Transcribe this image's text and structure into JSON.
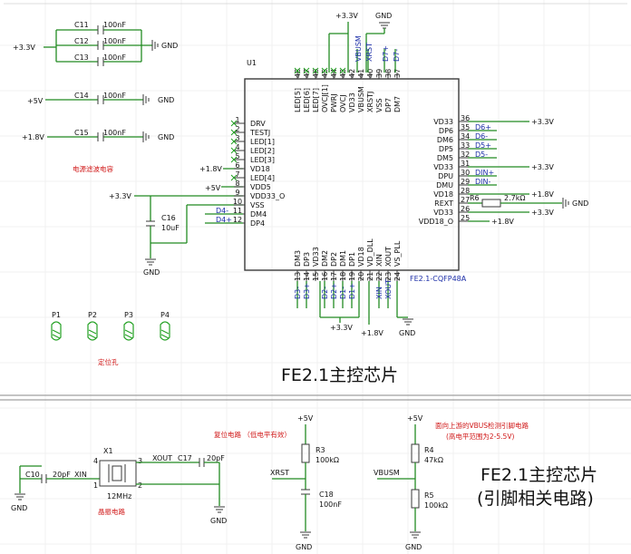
{
  "chip": {
    "ref": "U1",
    "part": "FE2.1-CQFP48A"
  },
  "power": {
    "p33": "+3.3V",
    "p5": "+5V",
    "p18": "+1.8V",
    "gnd": "GND"
  },
  "caps": {
    "C11": "C11",
    "C12": "C12",
    "C13": "C13",
    "C14": "C14",
    "C15": "C15",
    "C16": "C16",
    "C17": "C17",
    "C18": "C18",
    "C10": "C10",
    "v100nF": "100nF",
    "v10uF": "10uF",
    "v20pF": "20pF"
  },
  "labels": {
    "filter_caps": "电源滤波电容",
    "mount_holes": "定位孔",
    "title_main": "FE2.1主控芯片",
    "title_sub1": "FE2.1主控芯片",
    "title_sub2": "(引脚相关电路)",
    "reset_note": "复位电路 （低电平有效）",
    "crystal_note": "晶振电路",
    "vbus_note1": "面向上游的VBUS检测引脚电路",
    "vbus_note2": "(高电平范围为2-5.5V)"
  },
  "left_pins": [
    {
      "num": "1",
      "name": "DRV"
    },
    {
      "num": "2",
      "name": "TESTJ"
    },
    {
      "num": "3",
      "name": "LED[1]"
    },
    {
      "num": "4",
      "name": "LED[2]"
    },
    {
      "num": "5",
      "name": "LED[3]"
    },
    {
      "num": "6",
      "name": "VD18"
    },
    {
      "num": "7",
      "name": "LED[4]"
    },
    {
      "num": "8",
      "name": "VDD5"
    },
    {
      "num": "9",
      "name": "VDD33_O"
    },
    {
      "num": "10",
      "name": "VSS"
    },
    {
      "num": "11",
      "name": "DM4"
    },
    {
      "num": "12",
      "name": "DP4"
    }
  ],
  "right_pins": [
    {
      "num": "36",
      "name": "VD33"
    },
    {
      "num": "35",
      "name": "DP6"
    },
    {
      "num": "34",
      "name": "DM6"
    },
    {
      "num": "33",
      "name": "DP5"
    },
    {
      "num": "32",
      "name": "DM5"
    },
    {
      "num": "31",
      "name": "VD33"
    },
    {
      "num": "30",
      "name": "DPU"
    },
    {
      "num": "29",
      "name": "DMU"
    },
    {
      "num": "28",
      "name": "VD18"
    },
    {
      "num": "27",
      "name": "REXT"
    },
    {
      "num": "26",
      "name": "VD33"
    },
    {
      "num": "25",
      "name": "VDD18_O"
    }
  ],
  "top_pins": [
    {
      "num": "48",
      "name": "LED[5]"
    },
    {
      "num": "47",
      "name": "LED[6]"
    },
    {
      "num": "46",
      "name": "LED[7]"
    },
    {
      "num": "45",
      "name": "OVCJ[1]"
    },
    {
      "num": "44",
      "name": "PWRJ"
    },
    {
      "num": "43",
      "name": "OVCJ"
    },
    {
      "num": "42",
      "name": "VD33"
    },
    {
      "num": "41",
      "name": "VBUSM"
    },
    {
      "num": "40",
      "name": "XRSTJ"
    },
    {
      "num": "39",
      "name": "VSS"
    },
    {
      "num": "38",
      "name": "DP7"
    },
    {
      "num": "37",
      "name": "DM7"
    }
  ],
  "bottom_pins": [
    {
      "num": "13",
      "name": "DM3"
    },
    {
      "num": "14",
      "name": "DP3"
    },
    {
      "num": "15",
      "name": "VD33"
    },
    {
      "num": "16",
      "name": "DM2"
    },
    {
      "num": "17",
      "name": "DP2"
    },
    {
      "num": "18",
      "name": "DM1"
    },
    {
      "num": "19",
      "name": "DP1"
    },
    {
      "num": "20",
      "name": "VD18"
    },
    {
      "num": "21",
      "name": "VD_DLL"
    },
    {
      "num": "22",
      "name": "XIN"
    },
    {
      "num": "23",
      "name": "XOUT"
    },
    {
      "num": "24",
      "name": "VS_PLL"
    }
  ],
  "nets": {
    "top": [
      "VBUSM",
      "XRST",
      "D7+",
      "D7-"
    ],
    "right": [
      "D6+",
      "D6-",
      "D5+",
      "D5-",
      "DIN+",
      "DIN-"
    ],
    "left": [
      "D4-",
      "D4+"
    ],
    "bottom": [
      "D3-",
      "D3+",
      "D2-",
      "D2+",
      "D1-",
      "D1+",
      "XIN",
      "XOUT"
    ],
    "xin": "XIN",
    "xout": "XOUT",
    "xrst": "XRST",
    "vbusm": "VBUSM"
  },
  "resistors": {
    "R6": "R6",
    "r6v": "2.7kΩ",
    "R3": "R3",
    "r3v": "100kΩ",
    "R4": "R4",
    "r4v": "47kΩ",
    "R5": "R5",
    "r5v": "100kΩ"
  },
  "crystal": {
    "ref": "X1",
    "value": "12MHz",
    "p1": "1",
    "p2": "2",
    "p3": "3",
    "p4": "4"
  },
  "holes": [
    "P1",
    "P2",
    "P3",
    "P4"
  ]
}
